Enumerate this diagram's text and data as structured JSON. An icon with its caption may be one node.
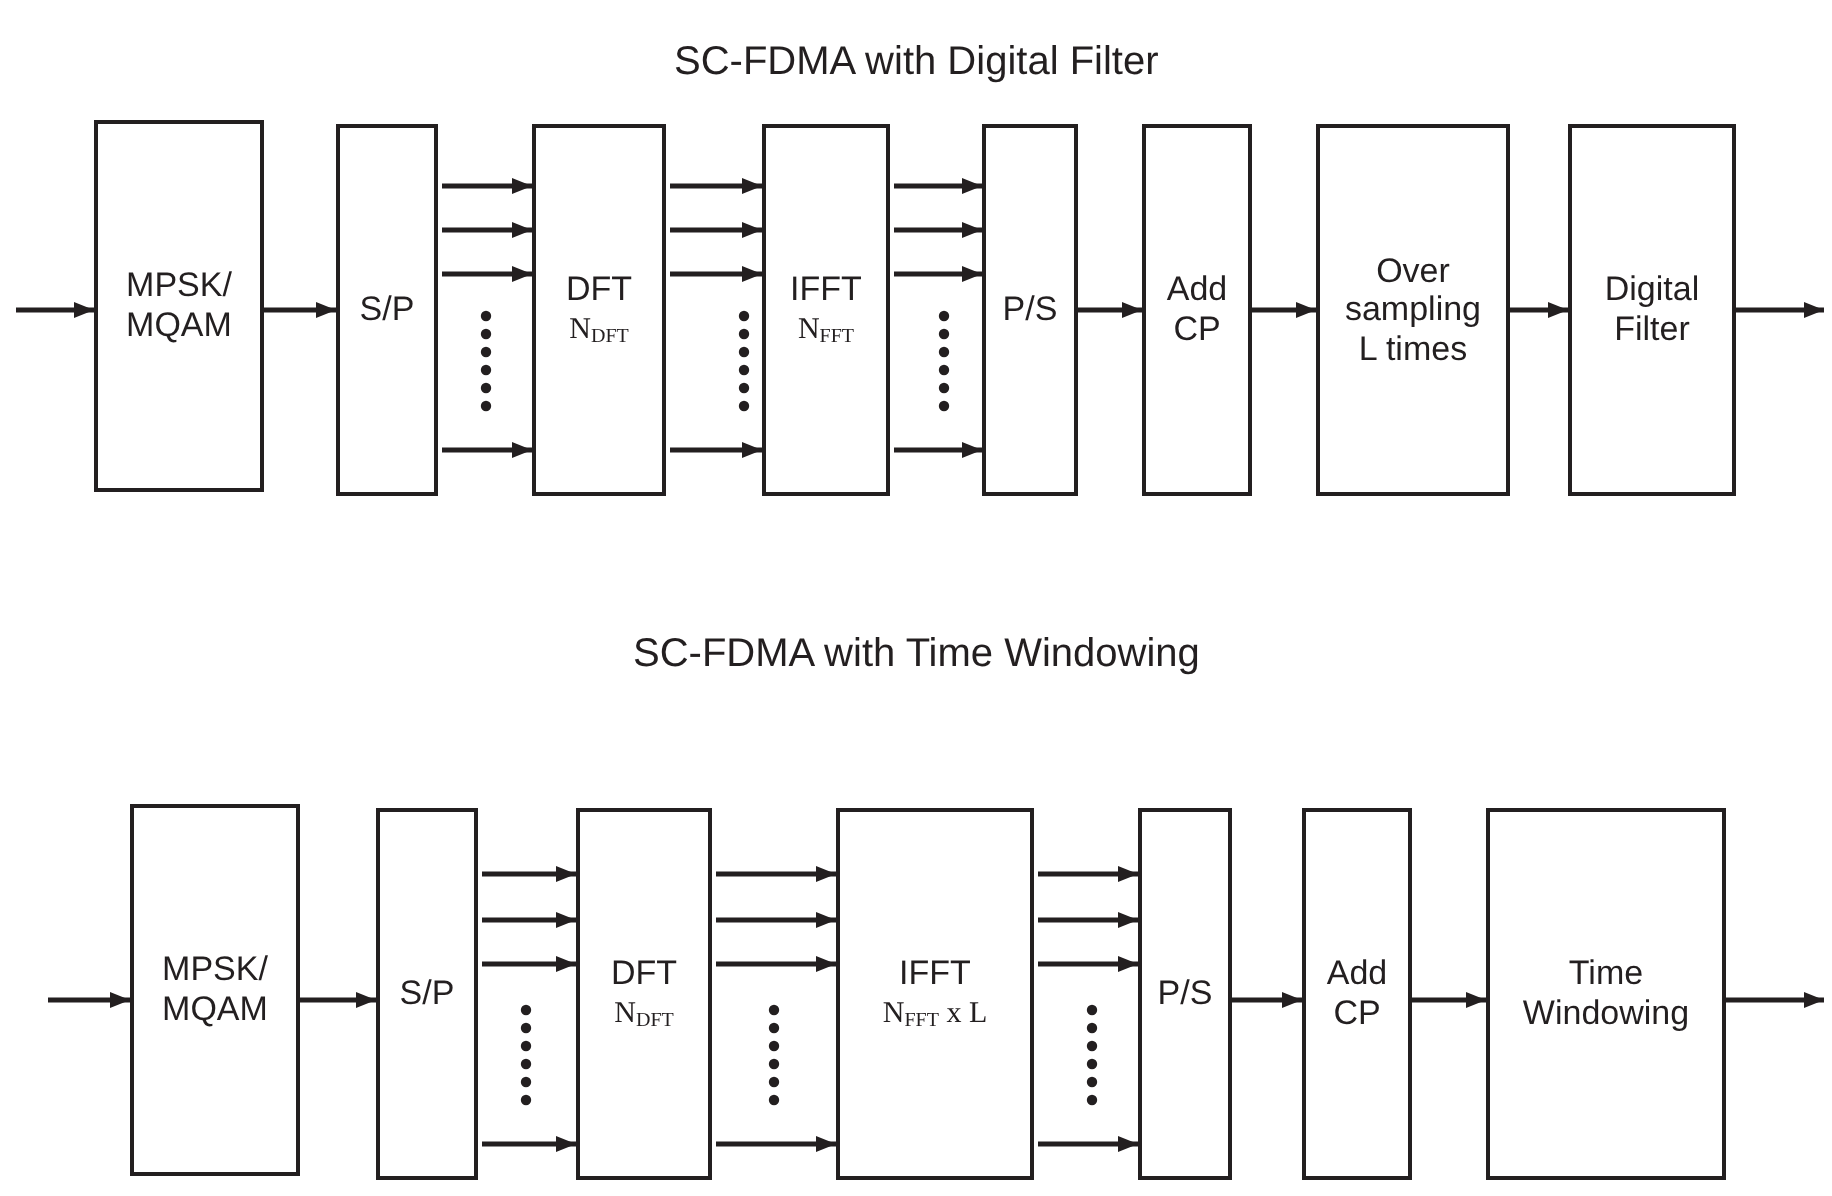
{
  "diagram": {
    "nodes": [
      {
        "text": [
          "MPSK/ MQAM"
        ]
      },
      {
        "text": [
          "S/P"
        ]
      },
      {
        "text": [
          "DFT",
          "N$_{DFT}$"
        ]
      },
      {
        "text": [
          "IFFT",
          "N$_{FFT}$"
        ]
      },
      {
        "text": [
          "P/S"
        ]
      },
      {
        "text": [
          "Add CP"
        ]
      },
      {
        "text": [
          "Over sampling L times"
        ]
      },
      {
        "text": [
          "Digital Filter"
        ]
      },
      {
        "text": [
          "MPSK/ MQAM"
        ]
      },
      {
        "text": [
          "S/P"
        ]
      },
      {
        "text": [
          "DFT",
          "N$_{DFT}$"
        ]
      },
      {
        "text": [
          "IFFT",
          "N$_{FFT}$ x L"
        ]
      },
      {
        "text": [
          "P/S"
        ]
      },
      {
        "text": [
          "Add CP"
        ]
      },
      {
        "text": [
          "Time Windowing"
        ]
      }
    ],
    "edges": [
      {
        "from": null,
        "to": 0,
        "arrow": "to"
      },
      {
        "from": 0,
        "to": 1,
        "arrow": "to"
      },
      {
        "from": 1,
        "to": 2,
        "arrow": "to"
      },
      {
        "from": 1,
        "to": 2,
        "arrow": "to"
      },
      {
        "from": 1,
        "to": 2,
        "arrow": "to"
      },
      {
        "from": 1,
        "to": 2,
        "arrow": "to"
      },
      {
        "from": 2,
        "to": 3,
        "arrow": "to"
      },
      {
        "from": 2,
        "to": 3,
        "arrow": "to"
      },
      {
        "from": 2,
        "to": 3,
        "arrow": "to"
      },
      {
        "from": 2,
        "to": 3,
        "arrow": "to"
      },
      {
        "from": 3,
        "to": 4,
        "arrow": "to"
      },
      {
        "from": 3,
        "to": 4,
        "arrow": "to"
      },
      {
        "from": 3,
        "to": 4,
        "arrow": "to"
      },
      {
        "from": 3,
        "to": 4,
        "arrow": "to"
      },
      {
        "from": 4,
        "to": 5,
        "arrow": "to"
      },
      {
        "from": 5,
        "to": 6,
        "arrow": "to"
      },
      {
        "from": 6,
        "to": 7,
        "arrow": "to"
      },
      {
        "from": 7,
        "to": null,
        "arrow": "to"
      },
      {
        "from": null,
        "to": 8,
        "arrow": "to"
      },
      {
        "from": 8,
        "to": 9,
        "arrow": "to"
      },
      {
        "from": 9,
        "to": 10,
        "arrow": "to"
      },
      {
        "from": 9,
        "to": 10,
        "arrow": "to"
      },
      {
        "from": 9,
        "to": 10,
        "arrow": "to"
      },
      {
        "from": 9,
        "to": 10,
        "arrow": "to"
      },
      {
        "from": 10,
        "to": 11,
        "arrow": "to"
      },
      {
        "from": 10,
        "to": 11,
        "arrow": "to"
      },
      {
        "from": 10,
        "to": 11,
        "arrow": "to"
      },
      {
        "from": 10,
        "to": 11,
        "arrow": "to"
      },
      {
        "from": 11,
        "to": 12,
        "arrow": "to"
      },
      {
        "from": 11,
        "to": 12,
        "arrow": "to"
      },
      {
        "from": 11,
        "to": 12,
        "arrow": "to"
      },
      {
        "from": 11,
        "to": 12,
        "arrow": "to"
      },
      {
        "from": 12,
        "to": 13,
        "arrow": "to"
      },
      {
        "from": 13,
        "to": 14,
        "arrow": "to"
      },
      {
        "from": 14,
        "to": null,
        "arrow": "to"
      }
    ],
    "labels": [
      "SC-FDMA with Digital Filter",
      "SC-FDMA with Time Windowing"
    ]
  }
}
